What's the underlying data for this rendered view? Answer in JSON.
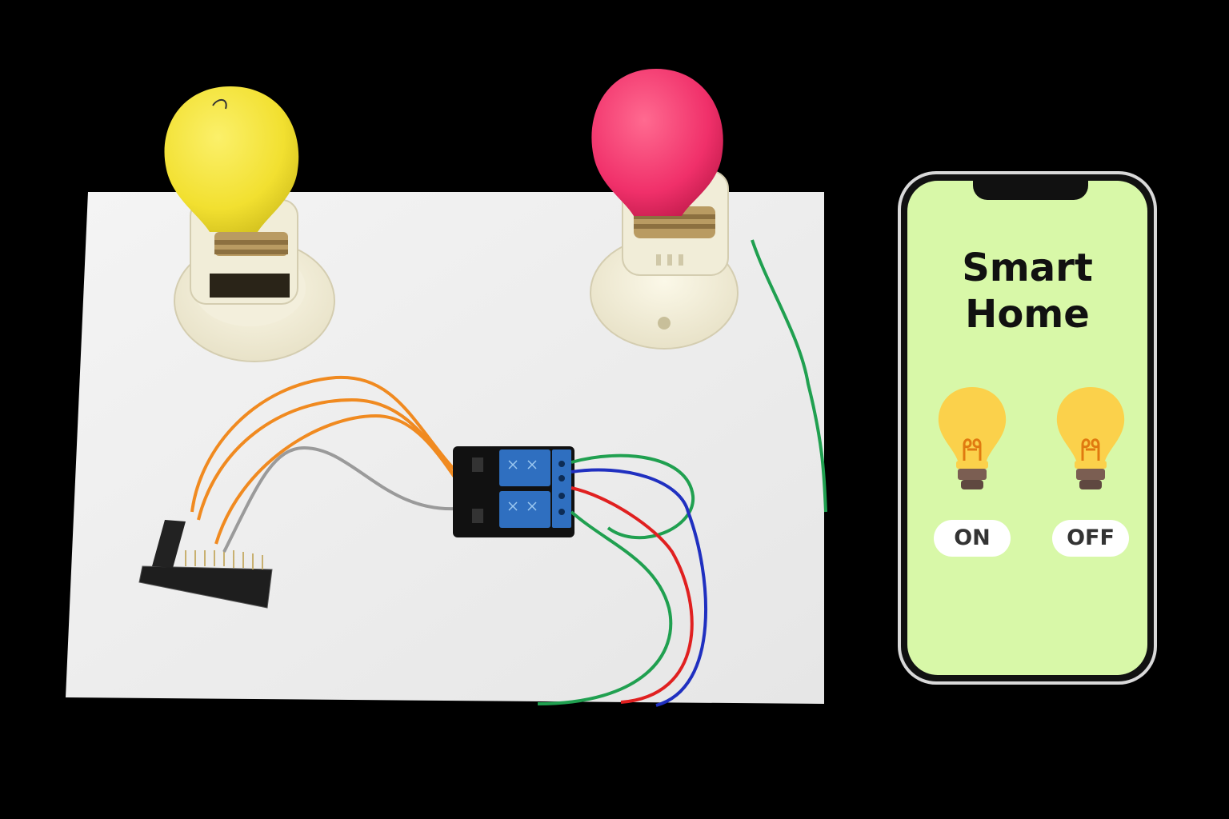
{
  "app": {
    "title_line1": "Smart",
    "title_line2": "Home"
  },
  "controls": [
    {
      "label": "ON",
      "icon": "lightbulb-icon"
    },
    {
      "label": "OFF",
      "icon": "lightbulb-icon"
    }
  ],
  "colors": {
    "background": "#000000",
    "screen": "#d8f8a8",
    "bulb_yellow": "#f2e030",
    "bulb_pink": "#f0306a",
    "relay_blue": "#2f6fc0",
    "wire_orange": "#f08a20",
    "wire_green": "#20a050",
    "wire_red": "#e02020",
    "wire_blue": "#2030c0",
    "wire_gray": "#9a9a9a",
    "icon_bulb": "#fbd14b",
    "icon_filament": "#e07a10",
    "icon_base": "#7b5e52"
  }
}
